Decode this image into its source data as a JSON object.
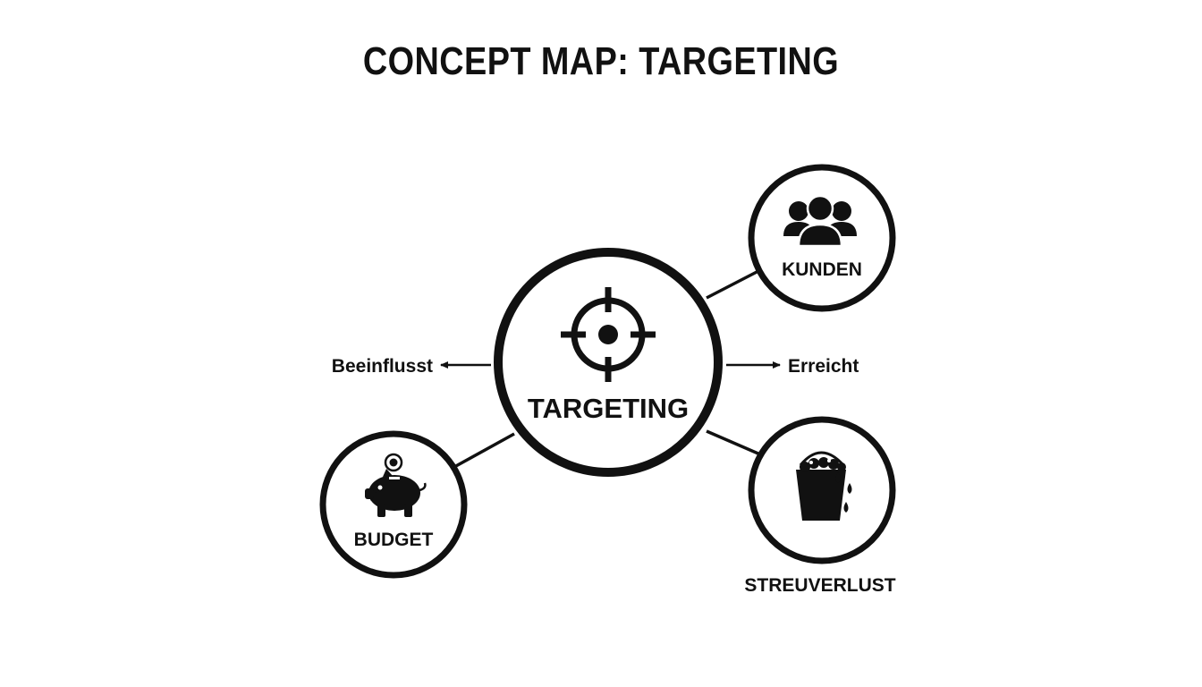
{
  "title": "CONCEPT MAP: TARGETING",
  "center": {
    "label": "TARGETING",
    "icon": "crosshair-icon"
  },
  "nodes": {
    "kunden": {
      "label": "KUNDEN",
      "icon": "people-group-icon"
    },
    "budget": {
      "label": "BUDGET",
      "icon": "piggy-bank-icon"
    },
    "streuverlust": {
      "label": "STREUVERLUST",
      "icon": "leaking-bucket-icon"
    }
  },
  "relations": {
    "left": "Beeinflusst",
    "right": "Erreicht"
  },
  "colors": {
    "ink": "#111111",
    "background": "#ffffff"
  }
}
